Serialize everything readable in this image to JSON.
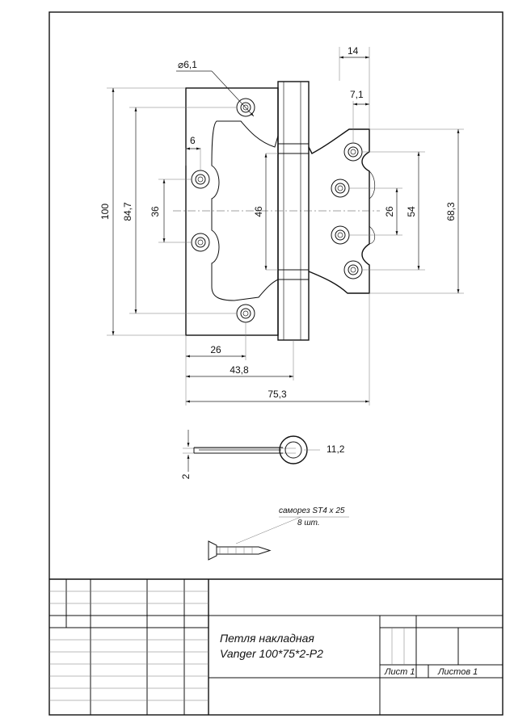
{
  "dimensions": {
    "hole_diameter": "6,1",
    "width_14": "14",
    "width_7_1": "7,1",
    "height_100": "100",
    "height_84_7": "84,7",
    "height_36": "36",
    "height_46": "46",
    "height_26_right": "26",
    "height_54": "54",
    "height_68_3": "68,3",
    "offset_6": "6",
    "width_26": "26",
    "width_43_8": "43,8",
    "width_75_3": "75,3",
    "knuckle_11_2": "11,2",
    "thickness_2": "2"
  },
  "screw_note": {
    "line1": "саморез ST4 x 25",
    "line2": "8 шт."
  },
  "title_block": {
    "title_line1": "Петля накладная",
    "title_line2": "Vanger 100*75*2-P2",
    "sheet_label": "Лист 1",
    "sheets_label": "Листов 1"
  }
}
